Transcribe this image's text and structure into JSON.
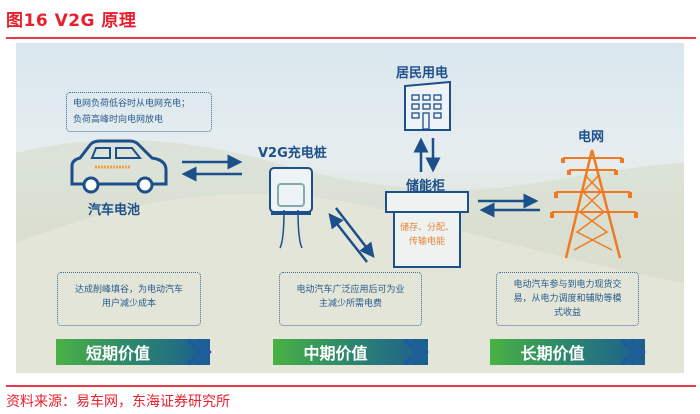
{
  "title": "图16  V2G 原理",
  "diagram": {
    "bubble_top": [
      "电网负荷低谷时从电网充电；",
      "负荷高峰时向电网放电"
    ],
    "car_label": "汽车电池",
    "charger_label": "V2G充电桩",
    "residential_label": "居民用电",
    "storage_label": "储能柜",
    "storage_desc": [
      "储存、分配、",
      "传输电能"
    ],
    "grid_label": "电网",
    "values": [
      {
        "desc": [
          "达成削峰填谷，为电动汽车",
          "用户减少成本"
        ],
        "label": "短期价值"
      },
      {
        "desc": [
          "电动汽车广泛应用后可为业",
          "主减少所需电费"
        ],
        "label": "中期价值"
      },
      {
        "desc": [
          "电动汽车参与到电力现货交",
          "易，从电力调度和辅助等模",
          "式收益"
        ],
        "label": "长期价值"
      }
    ]
  },
  "source": "资料来源：易车网，东海证券研究所",
  "colors": {
    "accent": "#e8202e",
    "blue": "#1d4f8a",
    "orange": "#f07a22"
  }
}
